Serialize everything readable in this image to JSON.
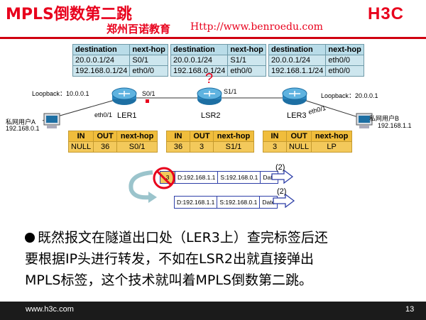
{
  "header": {
    "title": "MPLS倒数第二跳",
    "watermark_cn": "郑州百诺教育",
    "watermark_url": "Http://www.benroedu.com",
    "logo": "H3C"
  },
  "fib_tables": [
    {
      "headers": [
        "destination",
        "next-hop"
      ],
      "rows": [
        [
          "20.0.0.1/24",
          "S0/1"
        ],
        [
          "192.168.0.1/24",
          "eth0/0"
        ]
      ]
    },
    {
      "headers": [
        "destination",
        "next-hop"
      ],
      "rows": [
        [
          "20.0.0.1/24",
          "S1/1"
        ],
        [
          "192.168.0.1/24",
          "eth0/0"
        ]
      ]
    },
    {
      "headers": [
        "destination",
        "next-hop"
      ],
      "rows": [
        [
          "20.0.0.1/24",
          "eth0/0"
        ],
        [
          "192.168.1.1/24",
          "eth0/0"
        ]
      ]
    }
  ],
  "lfib_tables": [
    {
      "headers": [
        "IN",
        "OUT",
        "next-hop"
      ],
      "row": [
        "NULL",
        "36",
        "S0/1"
      ]
    },
    {
      "headers": [
        "IN",
        "OUT",
        "next-hop"
      ],
      "row": [
        "36",
        "3",
        "S1/1"
      ]
    },
    {
      "headers": [
        "IN",
        "OUT",
        "next-hop"
      ],
      "row": [
        "3",
        "NULL",
        "LP"
      ]
    }
  ],
  "topology": {
    "loopback_left": "Loopback：10.0.0.1",
    "loopback_right": "Loopback：20.0.0.1",
    "ler1": "LER1",
    "lsr2": "LSR2",
    "ler3": "LER3",
    "if_s0_1": "S0/1",
    "if_s1_1": "S1/1",
    "if_eth_left": "eth0/1",
    "if_eth_right": "eth0/1",
    "user_a": "私网用户A",
    "user_a_ip": "192.168.0.1",
    "user_b": "私网用户B",
    "user_b_ip": "192.168.1.1",
    "question": "?"
  },
  "packets": [
    {
      "label": "3",
      "dst": "D:192.168.1.1",
      "src": "S:192.168.0.1",
      "data": "Date",
      "step": "(2)"
    },
    {
      "dst": "D:192.168.1.1",
      "src": "S:192.168.0.1",
      "data": "Date",
      "step": "(2)"
    }
  ],
  "body": {
    "line1": "既然报文在隧道出口处（LER3上）查完标签后还",
    "line2": "要根据IP头进行转发，不如在LSR2出就直接弹出",
    "line3": "MPLS标签，这个技术就叫着MPLS倒数第二跳。"
  },
  "footer": {
    "url": "www.h3c.com",
    "page": "13"
  },
  "colors": {
    "accent": "#e8001c",
    "fib_bg": "#cde6ee",
    "lfib_bg": "#f3c95b",
    "packet_border": "#2e3fa8"
  }
}
